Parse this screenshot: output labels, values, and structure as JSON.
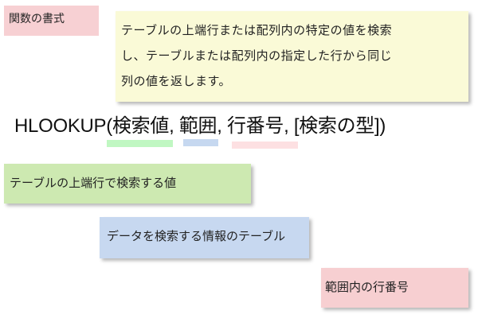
{
  "title": "関数の書式",
  "description": {
    "lines": [
      "テーブルの上端行または配列内の特定の値を検索",
      "し、テーブルまたは配列内の指定した行から同じ",
      "列の値を返します。"
    ]
  },
  "formula": {
    "function_name": "HLOOKUP",
    "open_paren": "(",
    "arg1": "検索値",
    "sep1": ", ",
    "arg2": "範囲",
    "sep2": ", ",
    "arg3": "行番号",
    "sep3": ", ",
    "arg4": "[検索の型]",
    "close_paren": ")"
  },
  "arguments": [
    {
      "name": "検索値",
      "explanation": "テーブルの上端行で検索する値",
      "color": "#cde9b1",
      "underline_color": "#c0f7c2"
    },
    {
      "name": "範囲",
      "explanation": "データを検索する情報のテーブル",
      "color": "#c7d8f0",
      "underline_color": "#c6d8f0"
    },
    {
      "name": "行番号",
      "explanation": "範囲内の行番号",
      "color": "#f7cfd1",
      "underline_color": "#fde0e2"
    }
  ],
  "colors": {
    "title_bg": "#f7d0d3",
    "description_bg": "#fafad7"
  }
}
